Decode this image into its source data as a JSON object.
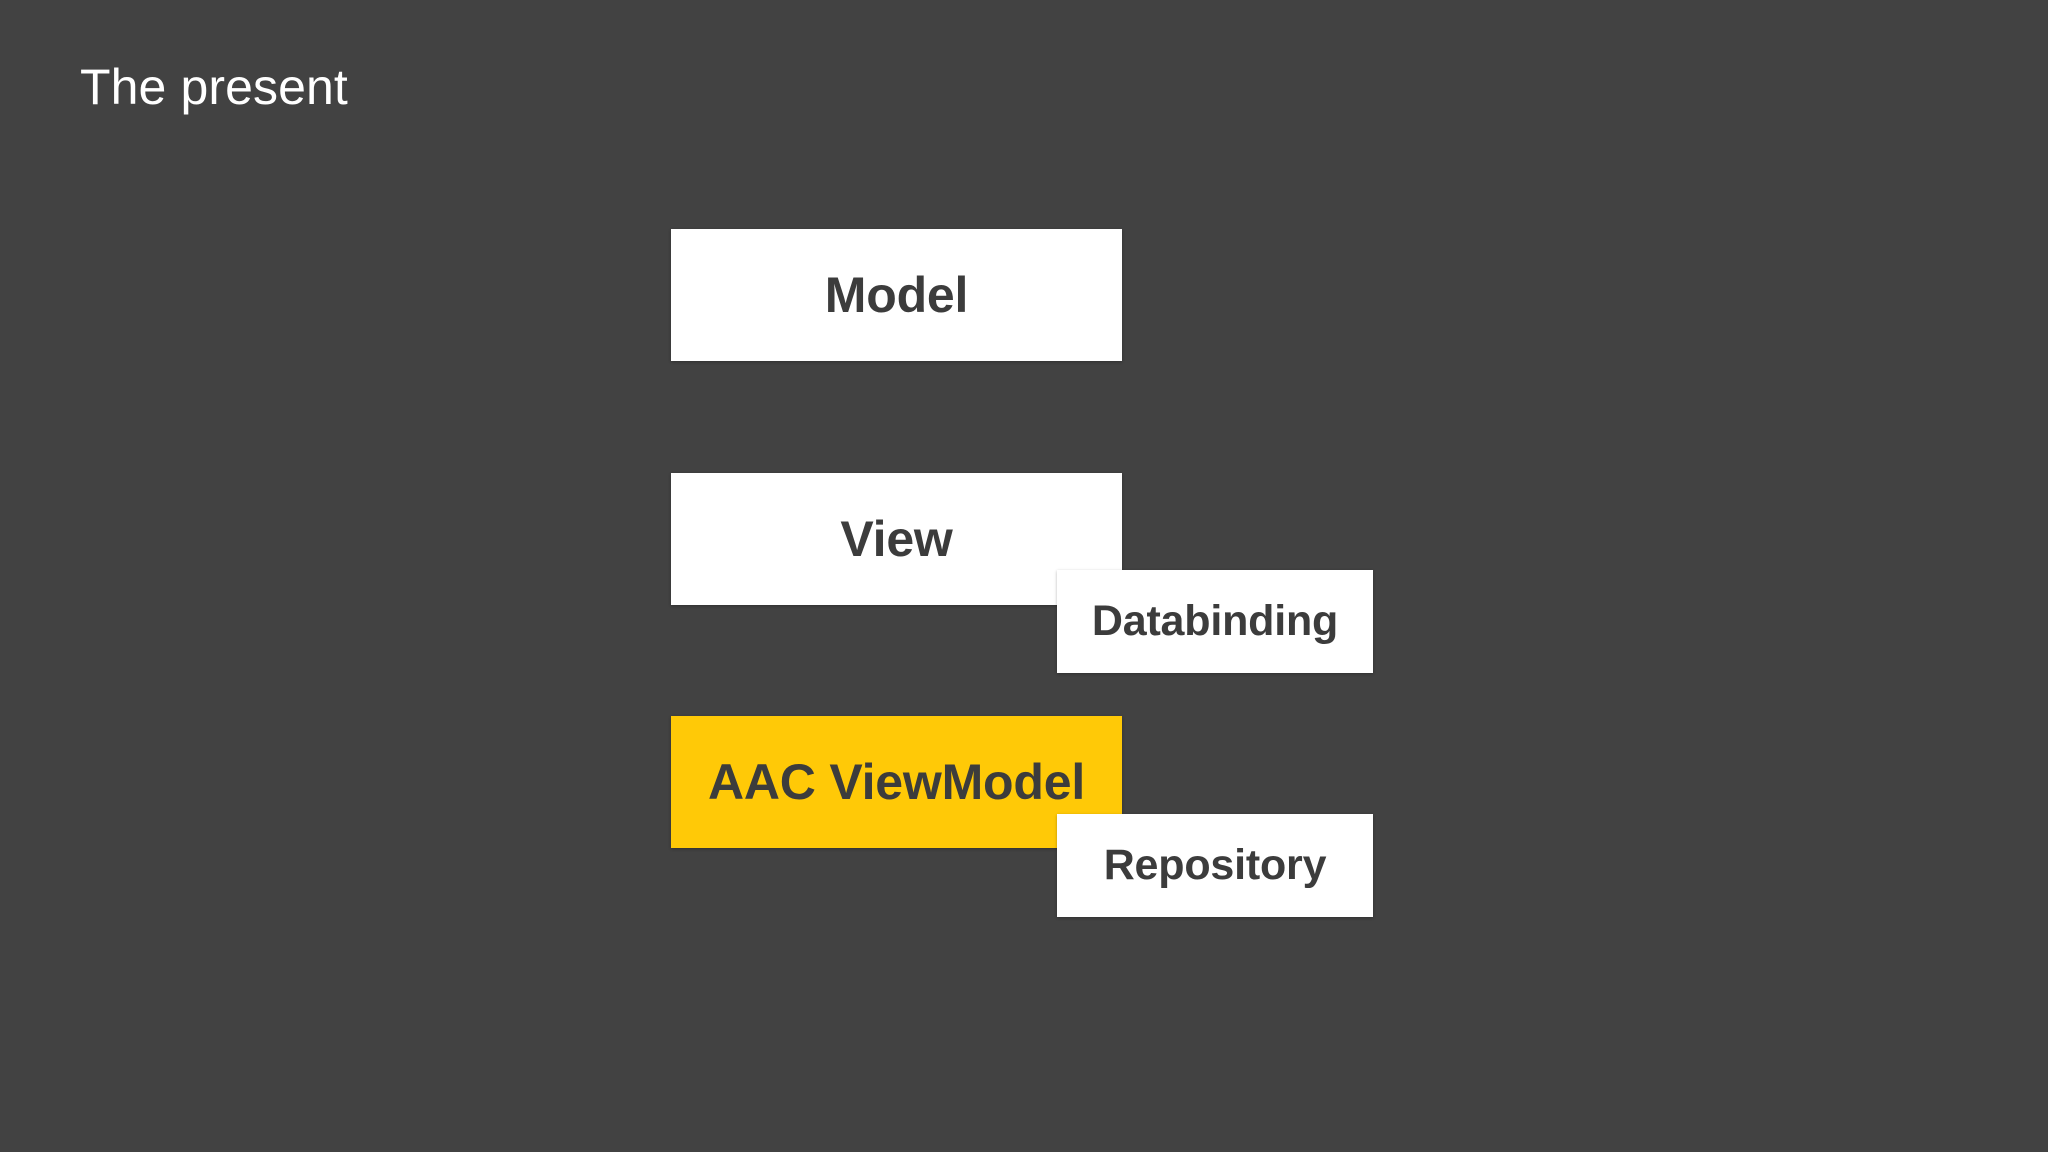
{
  "slide": {
    "title": "The present",
    "background_color": "#424242",
    "title_color": "#ffffff"
  },
  "theme": {
    "accent_color": "#ffc907",
    "node_fill": "#ffffff",
    "node_text_color": "#3c3c3c"
  },
  "diagram": {
    "type": "architecture-layers",
    "nodes": [
      {
        "id": "model",
        "label": "Model",
        "role": "primary",
        "fill": "#ffffff",
        "highlighted": false
      },
      {
        "id": "view",
        "label": "View",
        "role": "primary",
        "fill": "#ffffff",
        "highlighted": false
      },
      {
        "id": "databinding",
        "label": "Databinding",
        "role": "secondary",
        "fill": "#ffffff",
        "highlighted": false
      },
      {
        "id": "viewmodel",
        "label": "AAC ViewModel",
        "role": "primary",
        "fill": "#ffc907",
        "highlighted": true
      },
      {
        "id": "repository",
        "label": "Repository",
        "role": "secondary",
        "fill": "#ffffff",
        "highlighted": false
      }
    ]
  }
}
